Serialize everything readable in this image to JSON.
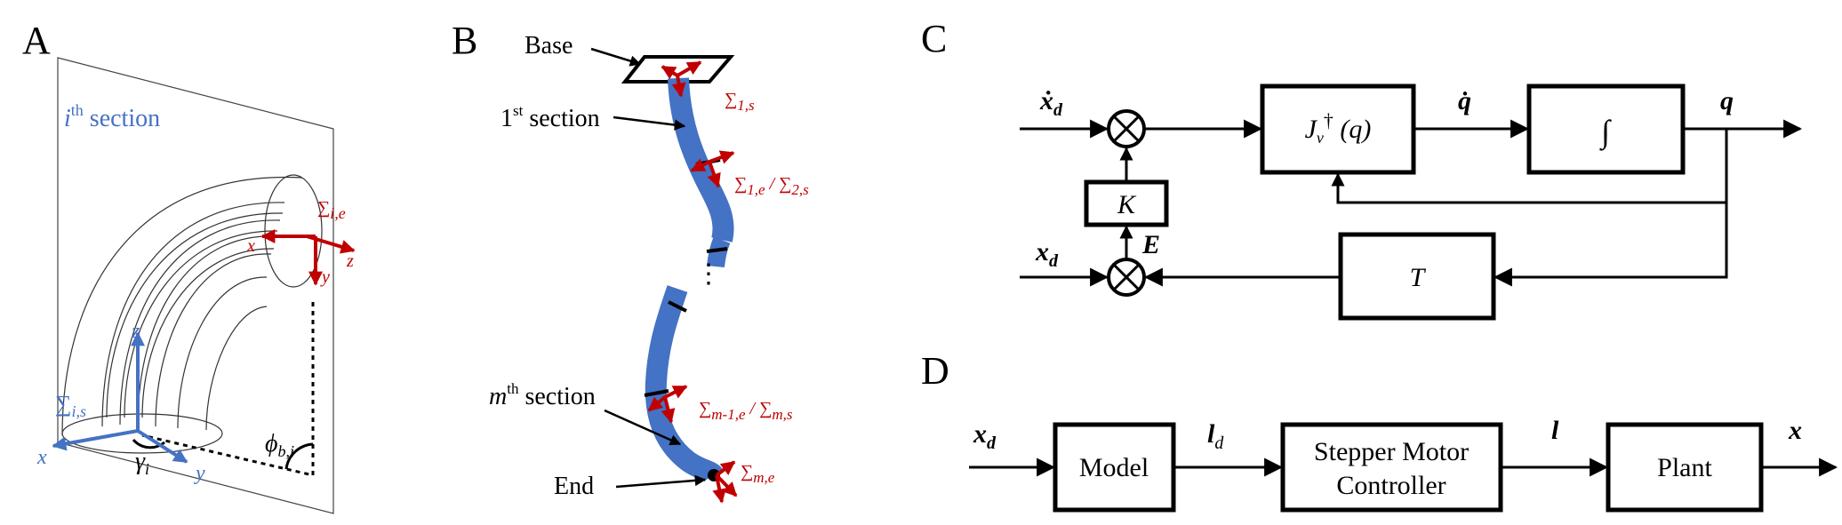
{
  "panels": {
    "a": "A",
    "b": "B",
    "c": "C",
    "d": "D"
  },
  "panel_a": {
    "section_label_i": "i",
    "section_label_sup": "th",
    "section_label_word": " section",
    "frame_end": "∑",
    "frame_end_sub": "i,e",
    "frame_start": "∑",
    "frame_start_sub": "i,s",
    "axis_x_end": "x",
    "axis_y_end": "y",
    "axis_z_end": "z",
    "axis_x_start": "x",
    "axis_y_start": "y",
    "axis_z_start": "z",
    "gamma": "γ",
    "gamma_sub": "i",
    "phi": "ϕ",
    "phi_sub": "b,i"
  },
  "panel_b": {
    "base": "Base",
    "first_section_num": "1",
    "first_section_sup": "st",
    "first_section_word": " section",
    "mth_section_num": "m",
    "mth_section_sup": "th",
    "mth_section_word": " section",
    "end": "End",
    "frame_1s": "∑",
    "frame_1s_sub": "1,s",
    "frame_1e2s_a": "∑",
    "frame_1e2s_a_sub": "1,e",
    "frame_1e2s_sep": " / ",
    "frame_1e2s_b": "∑",
    "frame_1e2s_b_sub": "2,s",
    "frame_mm_a": "∑",
    "frame_mm_a_sub": "m-1,e",
    "frame_mm_sep": " / ",
    "frame_mm_b": "∑",
    "frame_mm_b_sub": "m,s",
    "frame_me": "∑",
    "frame_me_sub": "m,e",
    "ellipsis": "⋮"
  },
  "panel_c": {
    "input_xd_dot": "ẋ",
    "input_xd_dot_sub": "d",
    "input_xd": "x",
    "input_xd_sub": "d",
    "block_jacobian_j": "J",
    "block_jacobian_sub": "v",
    "block_jacobian_dag": "†",
    "block_jacobian_arg": " (q)",
    "signal_qdot": "q̇",
    "block_integral": "∫",
    "output_q": "q",
    "block_k": "K",
    "signal_e": "E",
    "block_t": "T"
  },
  "panel_d": {
    "input_xd": "x",
    "input_xd_sub": "d",
    "block_model": "Model",
    "signal_ld": "l",
    "signal_ld_sub": "d",
    "block_controller_line1": "Stepper Motor",
    "block_controller_line2": "Controller",
    "signal_l": "l",
    "block_plant": "Plant",
    "output_x": "x"
  },
  "colors": {
    "red": "#c00000",
    "blue": "#4472c4",
    "black": "#000000"
  }
}
